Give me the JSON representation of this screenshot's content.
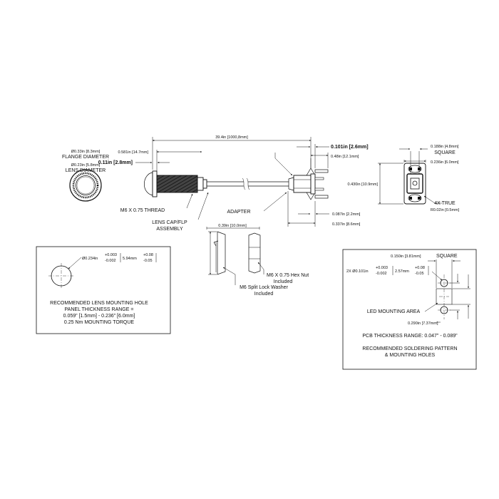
{
  "lens_view": {
    "flange_diameter_value": "Ø0.33in [8.3mm]",
    "flange_diameter_label": "FLANGE DIAMETER",
    "lens_diameter_value": "Ø0.23in [5.8mm]",
    "lens_diameter_label": "LENS DIAMETER"
  },
  "side_view": {
    "overall_length": "39.4in [1000,8mm]",
    "dim_0_581": "0.581in [14.7mm]",
    "dim_0_11": "0.11in [2.8mm]",
    "thread_label": "M6 X 0.75 THREAD",
    "lens_cap_label_1": "LENS CAP/FLP",
    "lens_cap_label_2": "ASSEMBLY",
    "adapter_label": "ADAPTER",
    "dim_0_101": "0.101in [2.6mm]",
    "dim_0_48": "0.48in [12.1mm]",
    "dim_0_430": "0.430in [10.9mm]",
    "dim_0_087": "0.087in [2.2mm]",
    "dim_0_337": "0.337in [8.6mm]"
  },
  "end_view": {
    "dim_0_188": "0.188in [4.8mm]",
    "square_label": "SQUARE",
    "dim_0_236": "0.236in [6.0mm]",
    "true_label": "4X TRUE",
    "radius_label": "R0.02in [0.5mm]"
  },
  "hardware": {
    "dim_0_39": "0.39in [10.0mm]",
    "hex_nut_label_1": "M6 X 0.75 Hex Nut",
    "hex_nut_label_2": "Included",
    "washer_label_1": "M6 Split Lock Washer",
    "washer_label_2": "Included"
  },
  "mounting_hole_box": {
    "dia_prefix": "Ø0.234in",
    "tol_plus": "+0.003",
    "tol_minus": "-0.002",
    "metric_value": "5.94mm",
    "metric_plus": "+0.08",
    "metric_minus": "-0.05",
    "line_1": "RECOMMENDED LENS MOUNTING HOLE",
    "line_2": "PANEL THICKNESS RANGE =",
    "line_3": "0.059\" [1.5mm] - 0.236\" [6.0mm]",
    "line_4": "0.25 Nm MOUNTING TORQUE"
  },
  "soldering_box": {
    "square_dim": "0.150in [3.81mm]",
    "square_label": "SQUARE",
    "dia_prefix": "2X Ø0.101in",
    "tol_plus": "+0.003",
    "tol_minus": "-0.002",
    "metric_value": "2.57mm",
    "metric_plus": "+0.08",
    "metric_minus": "-0.05",
    "led_area_label": "LED MOUNTING AREA",
    "spacing_dim": "0.290in [7.37mm]",
    "pcb_thickness": "PCB THICKNESS RANGE: 0.047\" - 0.089\"",
    "title_line_1": "RECOMMENDED SOLDERING PATTERN",
    "title_line_2": "& MOUNTING HOLES"
  }
}
